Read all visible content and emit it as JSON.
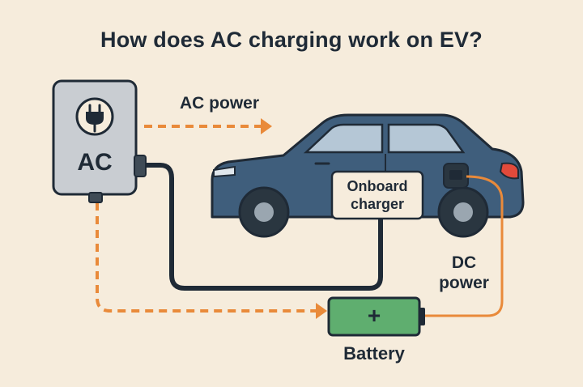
{
  "title": "How does AC charging work on EV?",
  "charger": {
    "label": "AC",
    "icon": "plug-icon"
  },
  "labels": {
    "ac_power": "AC power",
    "onboard_line1": "Onboard",
    "onboard_line2": "charger",
    "dc_line1": "DC",
    "dc_line2": "power",
    "battery_symbol": "+",
    "battery": "Battery"
  },
  "colors": {
    "background": "#f6ecdc",
    "car_body": "#3f5e7c",
    "outline": "#1f2a36",
    "ac_arrow": "#e98a3a",
    "dc_line": "#e98a3a",
    "battery": "#5fae6f",
    "charger_box": "#c9cdd2"
  }
}
